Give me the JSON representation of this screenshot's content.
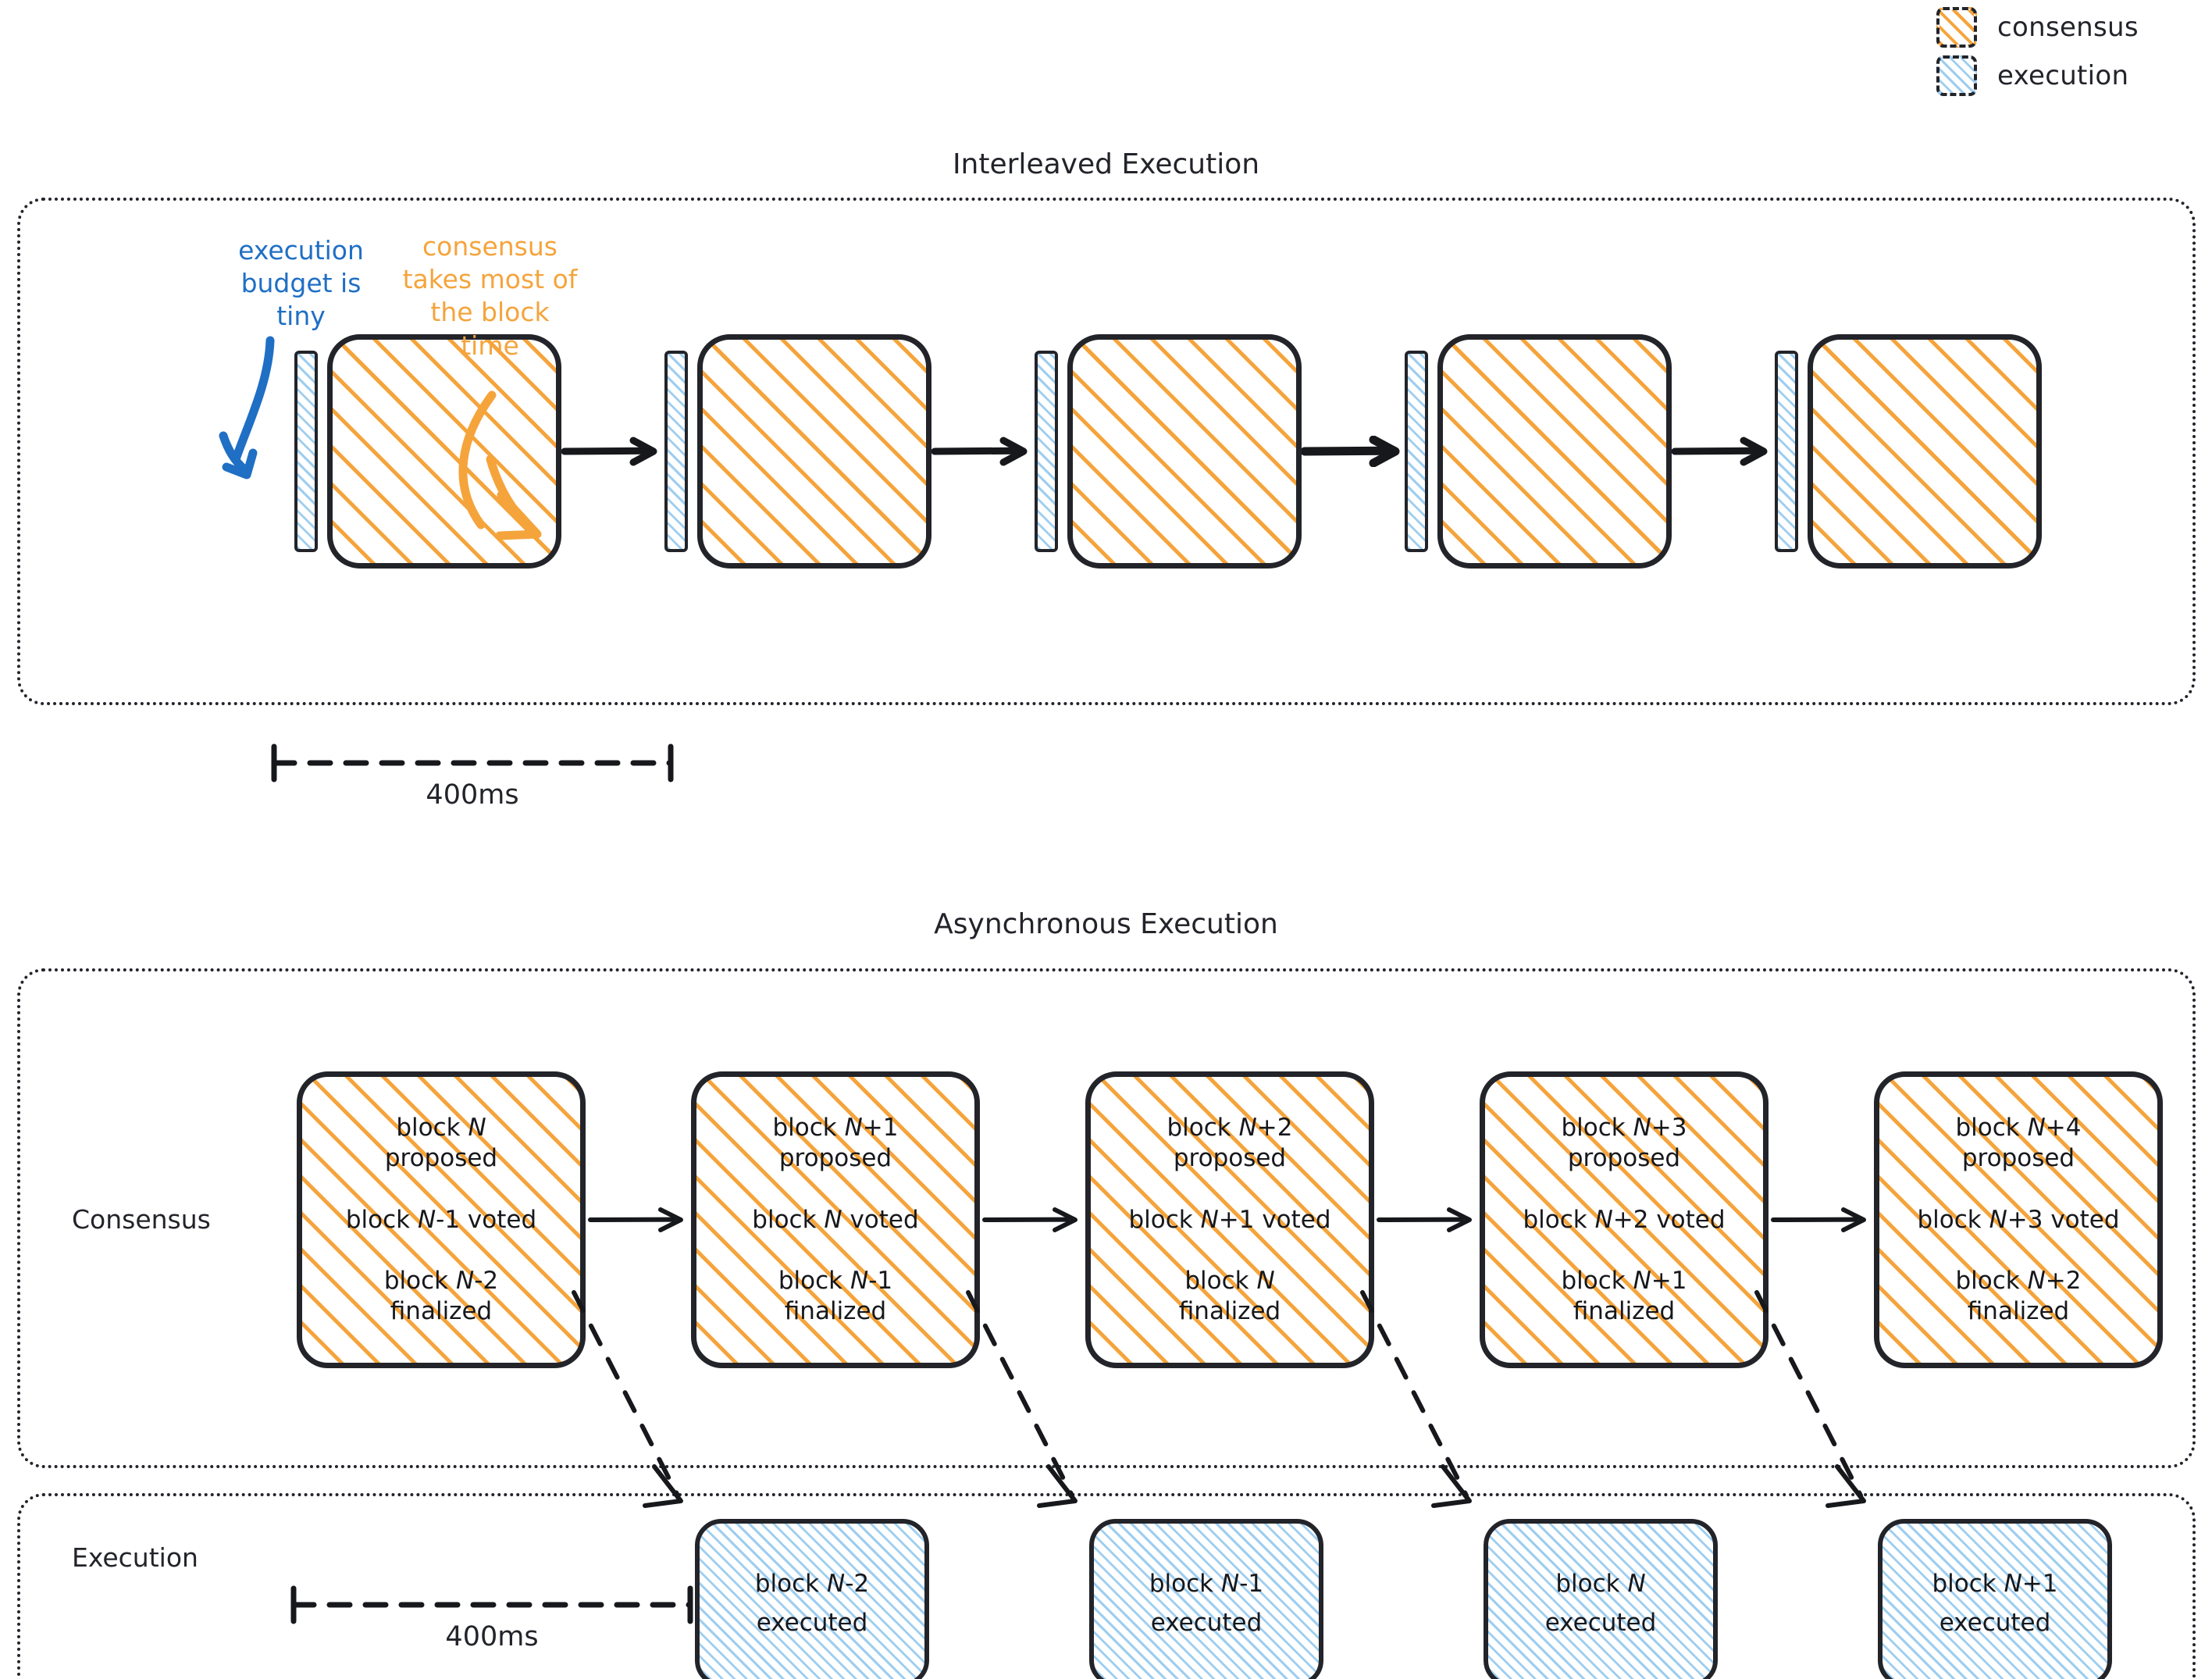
{
  "legend": {
    "items": [
      {
        "label": "consensus",
        "icon": "consensus-hatch-swatch",
        "color": "#f5a43c"
      },
      {
        "label": "execution",
        "icon": "execution-hatch-swatch",
        "color": "#9ecef0"
      }
    ]
  },
  "sections": {
    "interleaved": {
      "title": "Interleaved Execution",
      "block_count": 5,
      "ruler": {
        "label": "400ms"
      },
      "callouts": [
        {
          "text": "execution budget is tiny",
          "color": "#1f6fc4",
          "target": "execution-sliver"
        },
        {
          "text": "consensus takes most of the block time",
          "color": "#f5a43c",
          "target": "consensus-block"
        }
      ]
    },
    "asynchronous": {
      "title": "Asynchronous Execution",
      "row_labels": {
        "consensus": "Consensus",
        "execution": "Execution"
      },
      "ruler": {
        "label": "400ms"
      },
      "consensus_blocks": [
        {
          "proposed": "block N",
          "proposed_suffix": "proposed",
          "voted": "block N-1 voted",
          "finalized": "block N-2",
          "finalized_suffix": "finalized"
        },
        {
          "proposed": "block N+1",
          "proposed_suffix": "proposed",
          "voted": "block N voted",
          "finalized": "block N-1",
          "finalized_suffix": "finalized"
        },
        {
          "proposed": "block N+2",
          "proposed_suffix": "proposed",
          "voted": "block N+1 voted",
          "finalized": "block N",
          "finalized_suffix": "finalized"
        },
        {
          "proposed": "block N+3",
          "proposed_suffix": "proposed",
          "voted": "block N+2 voted",
          "finalized": "block N+1",
          "finalized_suffix": "finalized"
        },
        {
          "proposed": "block N+4",
          "proposed_suffix": "proposed",
          "voted": "block N+3 voted",
          "finalized": "block N+2",
          "finalized_suffix": "finalized"
        }
      ],
      "execution_blocks": [
        {
          "block": "block N-2",
          "status": "executed"
        },
        {
          "block": "block N-1",
          "status": "executed"
        },
        {
          "block": "block N",
          "status": "executed"
        },
        {
          "block": "block N+1",
          "status": "executed"
        }
      ]
    }
  },
  "colors": {
    "consensus": "#f5a43c",
    "execution": "#9ecef0",
    "ink": "#22242a",
    "annotation_blue": "#1f6fc4"
  }
}
